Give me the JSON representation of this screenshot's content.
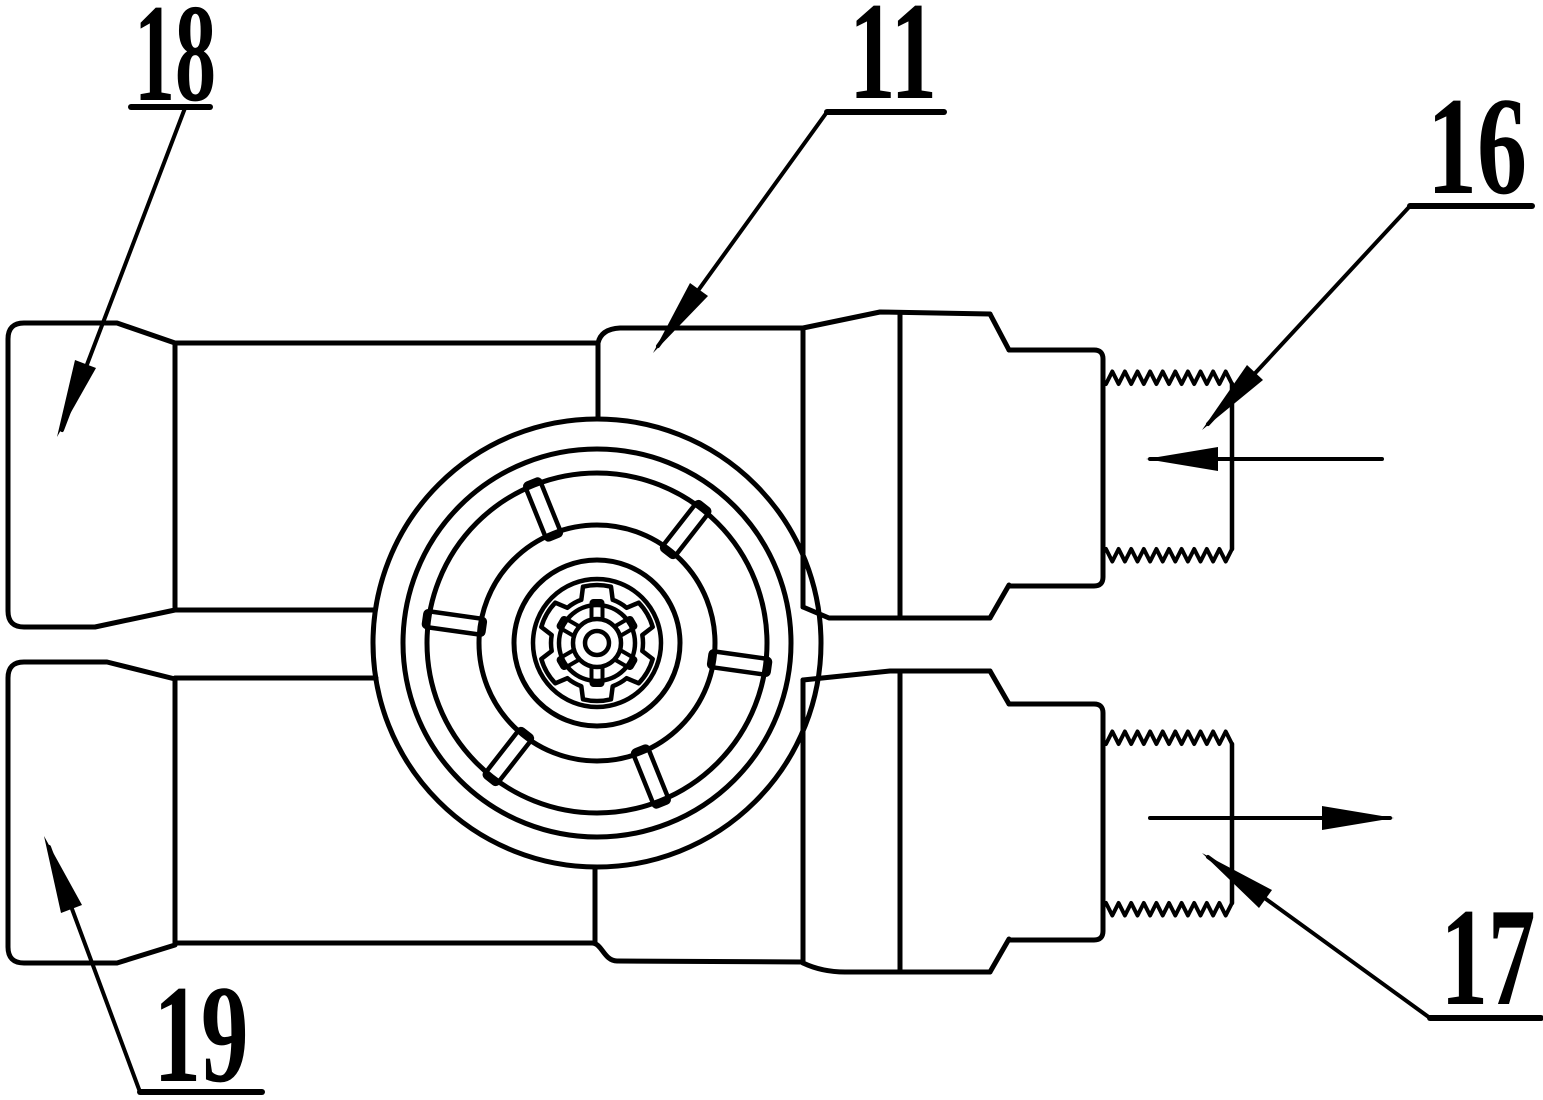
{
  "figure": {
    "background_color": "#ffffff",
    "line_color": "#000000",
    "labels": {
      "l18": "18",
      "l11": "11",
      "l16": "16",
      "l17": "17",
      "l19": "19"
    },
    "flow_arrows": [
      {
        "name": "upper-port-flow-arrow",
        "direction": "left-into-upper-threaded-port"
      },
      {
        "name": "lower-port-flow-arrow",
        "direction": "right-out-of-lower-threaded-port"
      }
    ]
  }
}
